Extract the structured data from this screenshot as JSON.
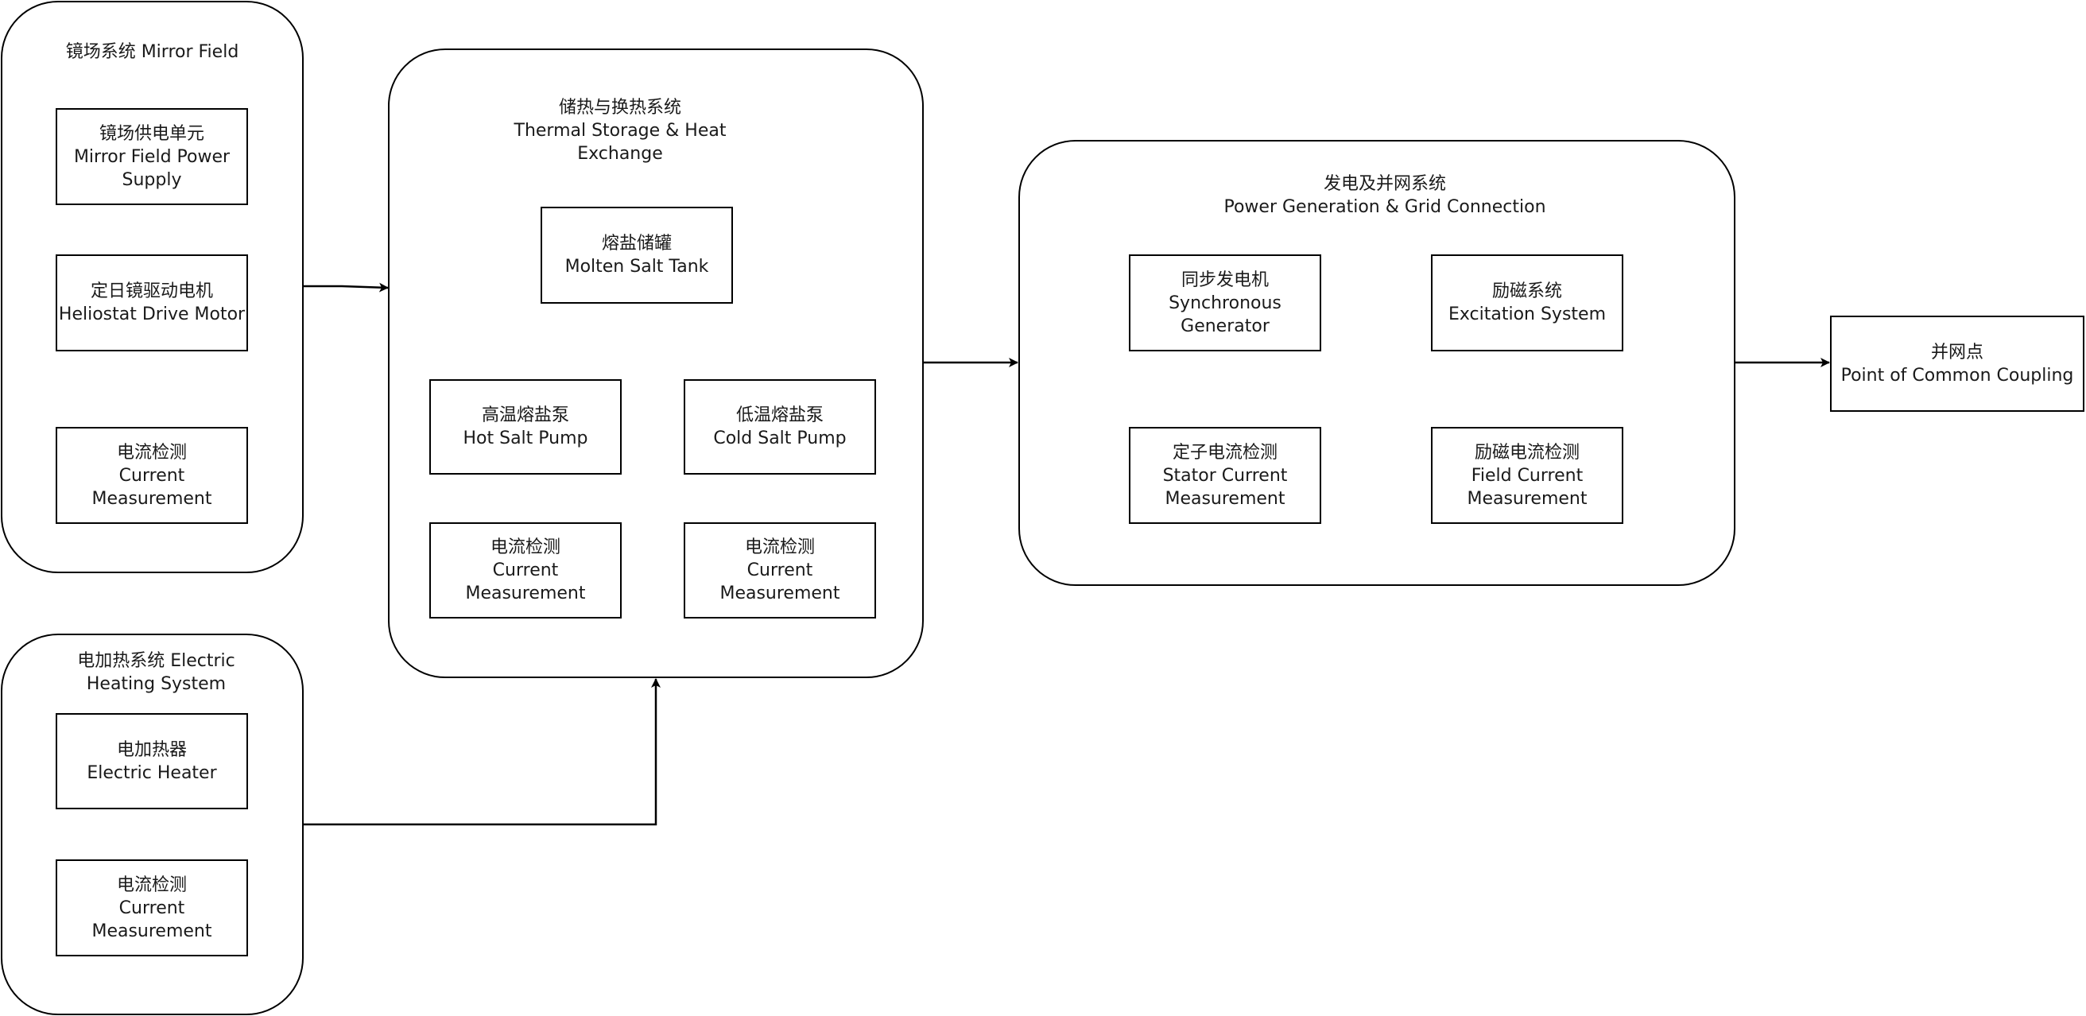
{
  "groups": {
    "mirror_field": {
      "title": "镜场系统 Mirror Field"
    },
    "electric_heating": {
      "title_line1": "电加热系统 Electric",
      "title_line2": "Heating System"
    },
    "thermal_storage": {
      "title_zh": "储热与换热系统",
      "title_en_line1": "Thermal Storage & Heat",
      "title_en_line2": "Exchange"
    },
    "power_generation": {
      "title_zh": "发电及并网系统",
      "title_en": "Power Generation & Grid Connection"
    }
  },
  "nodes": {
    "mirror_power_supply": {
      "zh": "镜场供电单元",
      "en_line1": "Mirror Field Power",
      "en_line2": "Supply"
    },
    "heliostat_motor": {
      "zh": "定日镜驱动电机",
      "en": "Heliostat Drive Motor"
    },
    "mirror_current": {
      "zh": "电流检测",
      "en": "Current Measurement"
    },
    "electric_heater": {
      "zh": "电加热器",
      "en": "Electric Heater"
    },
    "heater_current": {
      "zh": "电流检测",
      "en": "Current Measurement"
    },
    "molten_salt_tank": {
      "zh": "熔盐储罐",
      "en": "Molten Salt Tank"
    },
    "hot_salt_pump": {
      "zh": "高温熔盐泵",
      "en": "Hot Salt Pump"
    },
    "cold_salt_pump": {
      "zh": "低温熔盐泵",
      "en": "Cold Salt Pump"
    },
    "hot_pump_current": {
      "zh": "电流检测",
      "en": "Current Measurement"
    },
    "cold_pump_current": {
      "zh": "电流检测",
      "en": "Current Measurement"
    },
    "sync_generator": {
      "zh": "同步发电机",
      "en_line1": "Synchronous",
      "en_line2": "Generator"
    },
    "excitation_system": {
      "zh": "励磁系统",
      "en": "Excitation System"
    },
    "stator_current": {
      "zh": "定子电流检测",
      "en_line1": "Stator Current",
      "en_line2": "Measurement"
    },
    "field_current": {
      "zh": "励磁电流检测",
      "en_line1": "Field Current",
      "en_line2": "Measurement"
    },
    "pcc": {
      "zh": "并网点",
      "en": "Point of Common Coupling"
    }
  },
  "colors": {
    "stroke": "#000000",
    "fill": "#ffffff",
    "text": "#1a1a1a"
  }
}
